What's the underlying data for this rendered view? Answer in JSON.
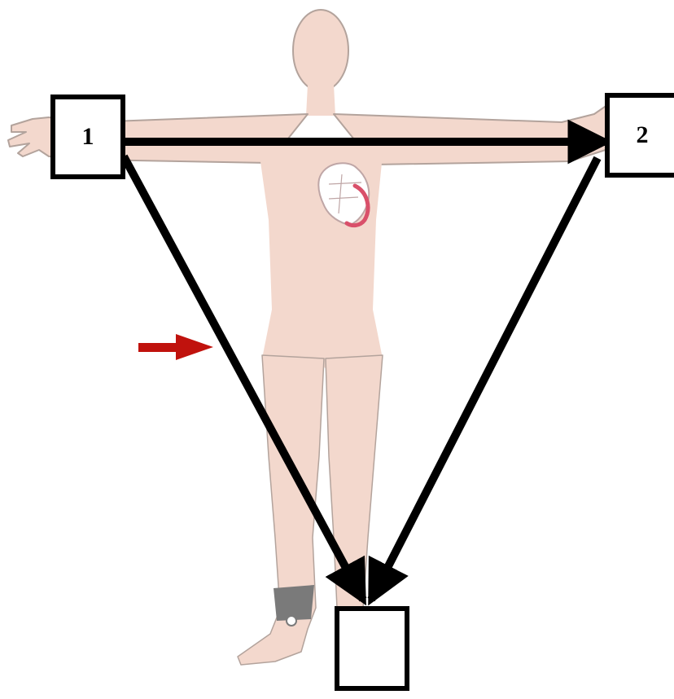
{
  "diagram": {
    "electrodes": [
      {
        "id": "box-1",
        "label": "1"
      },
      {
        "id": "box-2",
        "label": "2"
      },
      {
        "id": "box-3",
        "label": ""
      }
    ],
    "colors": {
      "skin": "#f3d8cd",
      "skin_outline": "#b3a39c",
      "arrow": "#000000",
      "pointer_arrow": "#c0120d",
      "heart_red": "#d9506a",
      "ankle_band": "#7a7a7a"
    },
    "icons": {
      "figure": "human-body-figure",
      "heart": "heart-icon",
      "pointer": "red-arrow-icon"
    }
  }
}
